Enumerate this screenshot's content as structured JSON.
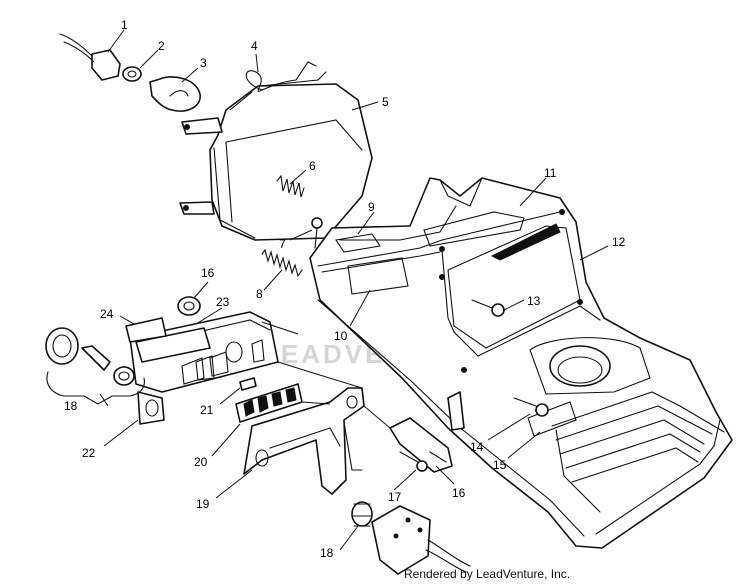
{
  "diagram": {
    "watermark": "LEADVENTURE",
    "credit": "Rendered by LeadVenture, Inc.",
    "callouts": {
      "c1": "1",
      "c2": "2",
      "c3": "3",
      "c4": "4",
      "c5": "5",
      "c6": "6",
      "c7": "7",
      "c8": "8",
      "c9": "9",
      "c10": "10",
      "c11": "11",
      "c12": "12",
      "c13": "13",
      "c14": "14",
      "c15": "15",
      "c16a": "16",
      "c16b": "16",
      "c17": "17",
      "c18a": "18",
      "c18b": "18",
      "c19": "19",
      "c20": "20",
      "c21": "21",
      "c22": "22",
      "c23": "23",
      "c24": "24"
    }
  }
}
